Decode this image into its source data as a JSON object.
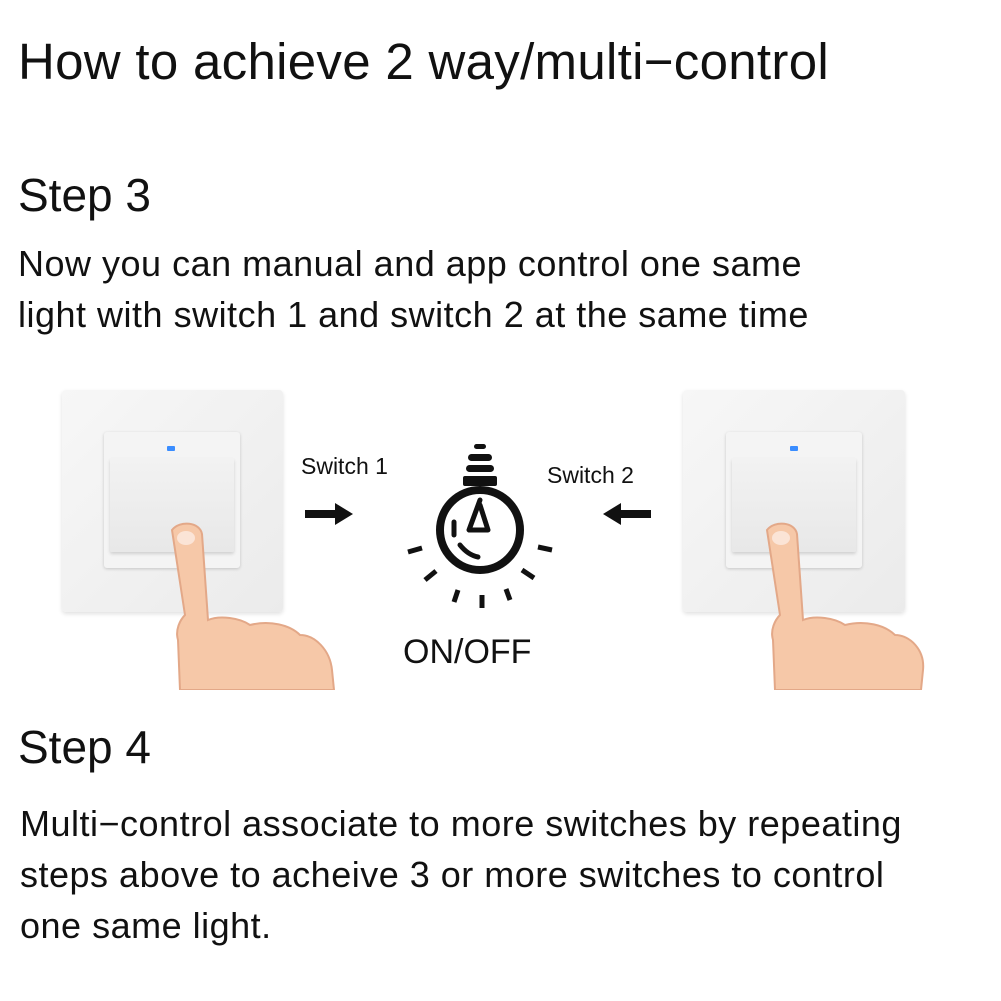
{
  "title": "How to achieve 2 way/multi−control",
  "step3": {
    "heading": "Step 3",
    "lines": [
      "Now you can manual and app control one same",
      "light with switch 1 and switch 2 at the same time"
    ]
  },
  "diagram": {
    "switch1_label": "Switch 1",
    "switch2_label": "Switch 2",
    "bulb_label": "ON/OFF",
    "led_color": "#3a8dff",
    "skin_color": "#f6c8a8"
  },
  "step4": {
    "heading": "Step 4",
    "lines": [
      "Multi−control associate to more switches by repeating",
      "steps above to acheive 3 or more switches to control",
      "one same light."
    ]
  }
}
